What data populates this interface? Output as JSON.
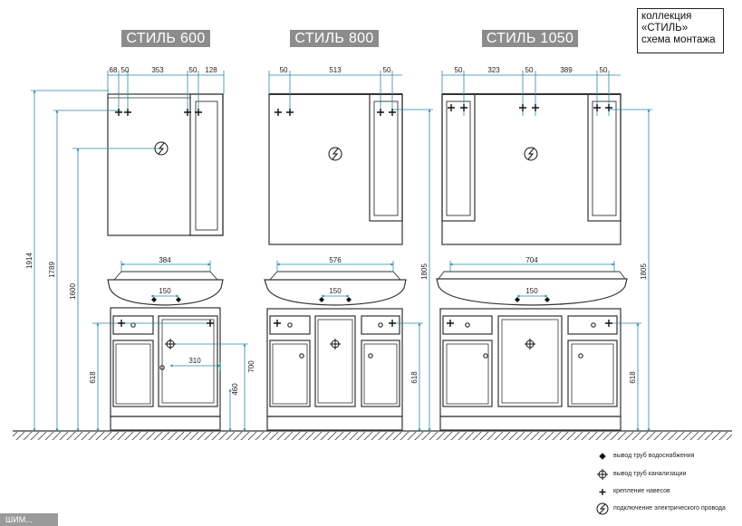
{
  "collection_box": {
    "line1": "коллекция",
    "line2": "«СТИЛЬ»",
    "line3": "схема монтажа"
  },
  "headers": [
    "СТИЛЬ 600",
    "СТИЛЬ 800",
    "СТИЛЬ 1050"
  ],
  "dims": {
    "m600_top": [
      "68",
      "50",
      "353",
      "50",
      "128"
    ],
    "m800_top": [
      "50",
      "513",
      "50"
    ],
    "m1050_top": [
      "50",
      "323",
      "50",
      "389",
      "50"
    ],
    "h1914": "1914",
    "h1789": "1789",
    "h1600": "1600",
    "h618_a": "618",
    "h700": "700",
    "h460": "460",
    "w384": "384",
    "w150_a": "150",
    "w310": "310",
    "w576": "576",
    "w150_b": "150",
    "h1805_a": "1805",
    "h618_b": "618",
    "w704": "704",
    "w150_c": "150",
    "h1805_b": "1805",
    "h618_c": "618"
  },
  "legend": {
    "water": "вывод труб водоснабжения",
    "drain": "вывод труб канализации",
    "mount": "крепление навесов",
    "electric": "подключение электрического провода"
  },
  "corner_label": "ШИМ...",
  "colors": {
    "dimension": "#2a8aa6",
    "outline": "#333333",
    "header_bg": "#8c8c8c"
  }
}
